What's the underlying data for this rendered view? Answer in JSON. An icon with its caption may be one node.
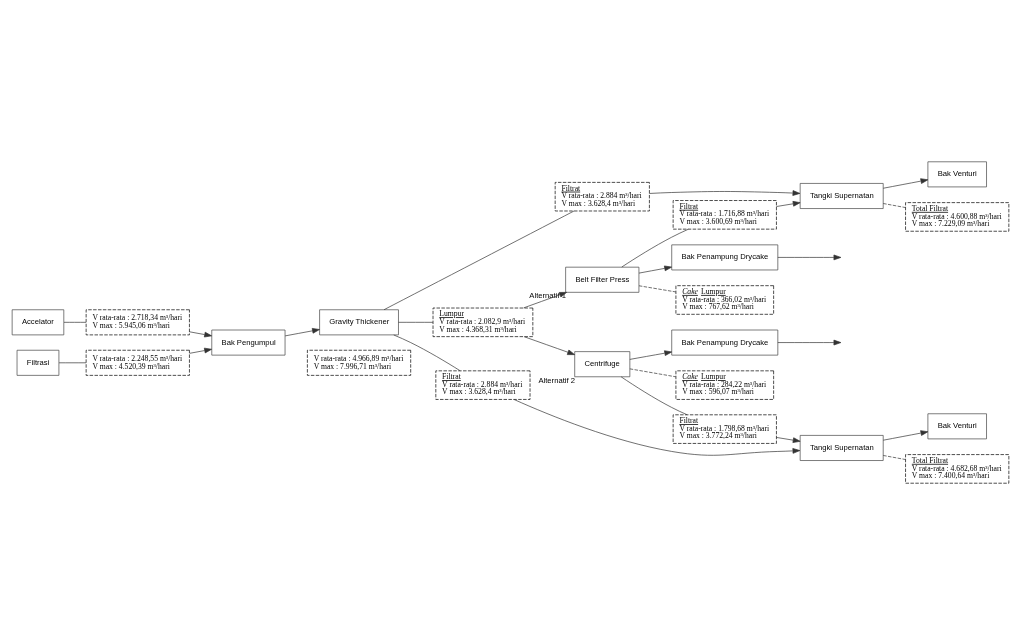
{
  "diagram": {
    "nodes": [
      {
        "text": [
          "Accelator"
        ]
      },
      {
        "text": [
          "Filtrasi"
        ]
      },
      {
        "text": [
          "Bak Pengumpul"
        ]
      },
      {
        "text": [
          "Gravity Thickener"
        ]
      },
      {
        "text": [
          "Tangki Supernatan"
        ]
      },
      {
        "text": [
          "Bak Venturi"
        ]
      },
      {
        "text": [
          "Belt Filter Press"
        ],
        "beside": [
          "Alternatif 1"
        ]
      },
      {
        "text": [
          "Bak Penampung Drycake"
        ]
      },
      {
        "text": [
          "Centrifuge"
        ],
        "beside": [
          "Alternatif 2"
        ]
      },
      {
        "text": [
          "Bak Penampung Drycake"
        ]
      },
      {
        "text": [
          "Tangki Supernatan"
        ]
      },
      {
        "text": [
          "Bak Venturi"
        ]
      },
      {
        "text": [
          "V rata-rata : 2.718,34 m³/hari",
          "V max : 5.945,06 m³/hari"
        ]
      },
      {
        "text": [
          "V rata-rata : 2.248,55 m³/hari",
          "V max : 4.520,39 m³/hari"
        ]
      },
      {
        "text": [
          "V rata-rata : 4.966,89 m³/hari",
          "V max : 7.996,71 m³/hari"
        ]
      },
      {
        "text": [
          "Filtrat",
          "V rata-rata : 2.884 m³/hari",
          "V max : 3.628,4 m³/hari"
        ]
      },
      {
        "text": [
          "Total Filtrat",
          "V rata-rata : 4.600,88 m³/hari",
          "V max : 7.229,09 m³/hari"
        ]
      },
      {
        "text": [
          "Lumpur",
          "V rata-rata : 2.082,9 m³/hari",
          "V max : 4.368,31 m³/hari"
        ]
      },
      {
        "text": [
          "Filtrat",
          "V rata-rata : 1.716,88 m³/hari",
          "V max : 3.600,69 m³/hari"
        ]
      },
      {
        "text": [
          "*Cake* Lumpur",
          "V rata-rata : 366,02 m³/hari",
          "V max : 767,62 m³/hari"
        ]
      },
      {
        "text": [
          "*Cake* Lumpur",
          "V rata-rata : 284,22 m³/hari",
          "V max : 596,07 m³/hari"
        ]
      },
      {
        "text": [
          "Filtrat",
          "V rata-rata : 1.798,68 m³/hari",
          "V max : 3.772,24 m³/hari"
        ]
      },
      {
        "text": [
          "Filtrat",
          "V rata-rata : 2.884 m³/hari",
          "V max : 3.628,4 m³/hari"
        ]
      },
      {
        "text": [
          "Total Filtrat",
          "V rata-rata : 4.682,68 m³/hari",
          "V max : 7.400,64 m³/hari"
        ]
      }
    ],
    "edges": [
      {
        "from": 0,
        "to": 12,
        "arrow": "none"
      },
      {
        "from": 1,
        "to": 13,
        "arrow": "none"
      },
      {
        "from": 12,
        "to": 2,
        "arrow": "to"
      },
      {
        "from": 13,
        "to": 2,
        "arrow": "to"
      },
      {
        "from": 2,
        "to": 3,
        "arrow": "to"
      },
      {
        "from": 3,
        "to": 15,
        "arrow": "none"
      },
      {
        "from": 15,
        "to": 4,
        "arrow": "to"
      },
      {
        "from": 4,
        "to": 5,
        "arrow": "to"
      },
      {
        "from": 4,
        "to": 16,
        "arrow": "none",
        "style": "dashed"
      },
      {
        "from": 3,
        "to": 17,
        "arrow": "none"
      },
      {
        "from": 17,
        "to": 6,
        "arrow": "to"
      },
      {
        "from": 6,
        "to": 18,
        "arrow": "none"
      },
      {
        "from": 18,
        "to": 4,
        "arrow": "to"
      },
      {
        "from": 6,
        "to": 7,
        "arrow": "to"
      },
      {
        "from": 7,
        "to": null,
        "arrow": "to"
      },
      {
        "from": 6,
        "to": 19,
        "arrow": "none",
        "style": "dashed"
      },
      {
        "from": 17,
        "to": 8,
        "arrow": "to"
      },
      {
        "from": 8,
        "to": 9,
        "arrow": "to"
      },
      {
        "from": 9,
        "to": null,
        "arrow": "to"
      },
      {
        "from": 8,
        "to": 20,
        "arrow": "none",
        "style": "dashed"
      },
      {
        "from": 8,
        "to": 21,
        "arrow": "none"
      },
      {
        "from": 21,
        "to": 10,
        "arrow": "to"
      },
      {
        "from": 3,
        "to": 22,
        "arrow": "none"
      },
      {
        "from": 22,
        "to": 10,
        "arrow": "to"
      },
      {
        "from": 10,
        "to": 11,
        "arrow": "to"
      },
      {
        "from": 10,
        "to": 23,
        "arrow": "none",
        "style": "dashed"
      }
    ]
  }
}
